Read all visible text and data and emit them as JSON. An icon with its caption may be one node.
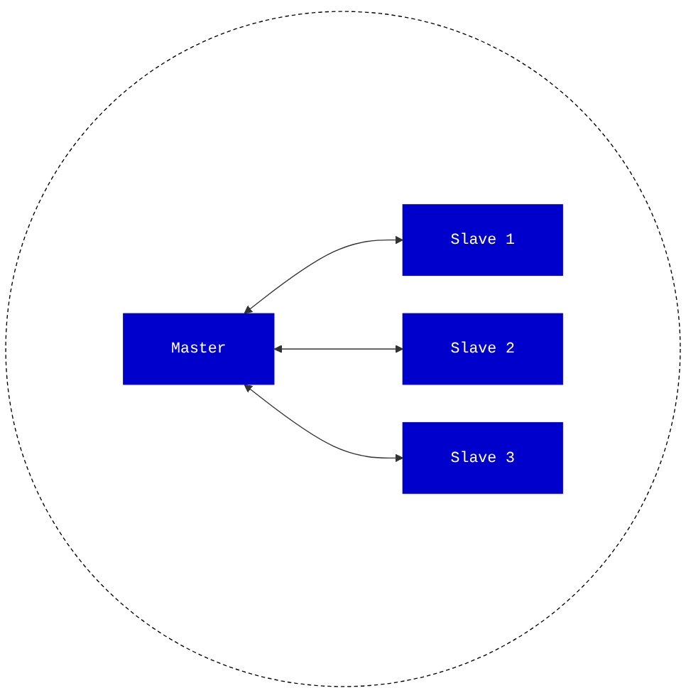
{
  "diagram": {
    "nodes": [
      {
        "text": [],
        "shape": "circle"
      },
      {
        "text": [
          "Master"
        ],
        "in": 0
      },
      {
        "text": [
          "Slave 1"
        ],
        "in": 0
      },
      {
        "text": [
          "Slave 2"
        ],
        "in": 0
      },
      {
        "text": [
          "Slave 3"
        ],
        "in": 0
      }
    ],
    "edges": [
      {
        "from": 1,
        "to": 2,
        "arrow": "both"
      },
      {
        "from": 1,
        "to": 3,
        "arrow": "both"
      },
      {
        "from": 1,
        "to": 4,
        "arrow": "both"
      }
    ]
  }
}
